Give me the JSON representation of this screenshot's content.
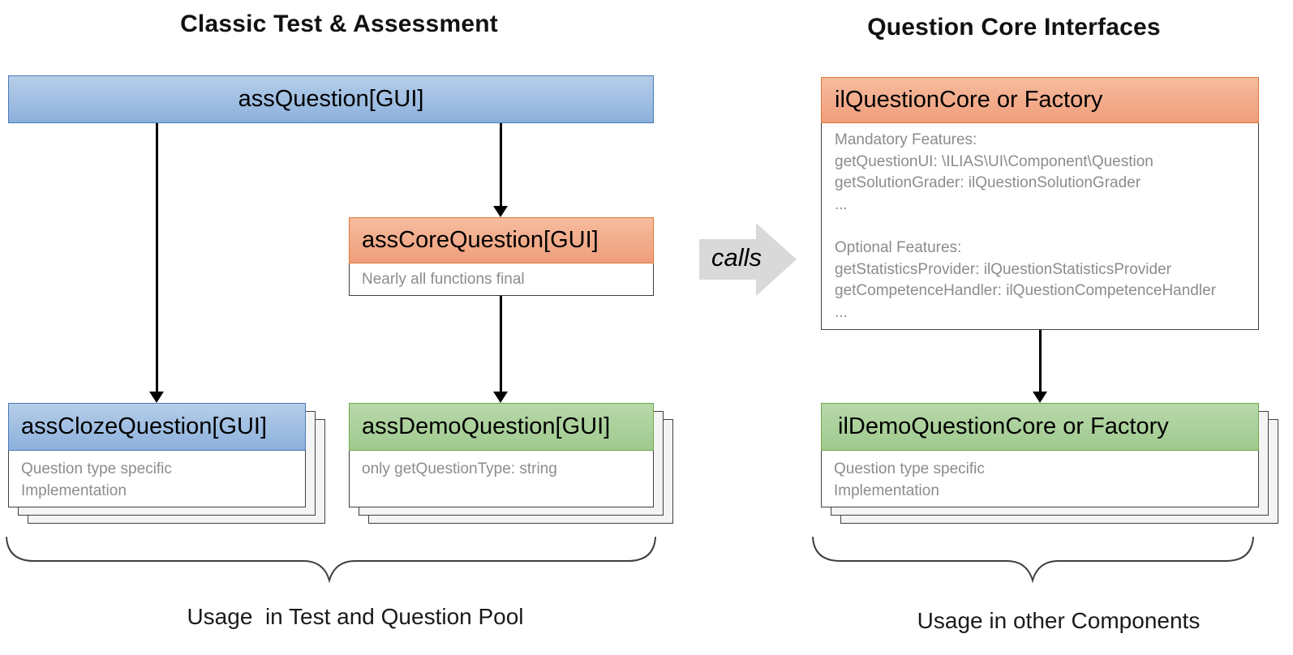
{
  "left": {
    "title": "Classic Test & Assessment",
    "ass_question": {
      "label": "assQuestion[GUI]"
    },
    "ass_core_question": {
      "label": "assCoreQuestion[GUI]",
      "note": "Nearly all functions final"
    },
    "ass_cloze_question": {
      "label": "assClozeQuestion[GUI]",
      "note_lines": [
        "Question type specific",
        "Implementation"
      ]
    },
    "ass_demo_question": {
      "label": "assDemoQuestion[GUI]",
      "note": "only getQuestionType: string"
    },
    "usage_label": "Usage  in Test and Question Pool"
  },
  "connector": {
    "calls_label": "calls"
  },
  "right": {
    "title": "Question Core Interfaces",
    "il_question_core": {
      "label": "ilQuestionCore or Factory",
      "body_lines": [
        "Mandatory Features:",
        "getQuestionUI: \\ILIAS\\UI\\Component\\Question",
        "getSolutionGrader: ilQuestionSolutionGrader",
        "...",
        "",
        "Optional Features:",
        "getStatisticsProvider: ilQuestionStatisticsProvider",
        "getCompetenceHandler: ilQuestionCompetenceHandler",
        "..."
      ]
    },
    "il_demo_question_core": {
      "label": "ilDemoQuestionCore or Factory",
      "note_lines": [
        "Question type specific",
        "Implementation"
      ]
    },
    "usage_label": "Usage in other Components"
  },
  "colors": {
    "blue_fill": "#9fc0e4",
    "blue_border": "#4a7ab5",
    "orange_fill": "#f3ad8c",
    "orange_border": "#e0763a",
    "green_fill": "#abd29a",
    "green_border": "#6aa84f",
    "body_border": "#404040",
    "note_text": "#8c8c8c",
    "arrow_black": "#000000",
    "calls_arrow_fill": "#d9d9d9",
    "shadow_fill": "#f4f4f4"
  }
}
